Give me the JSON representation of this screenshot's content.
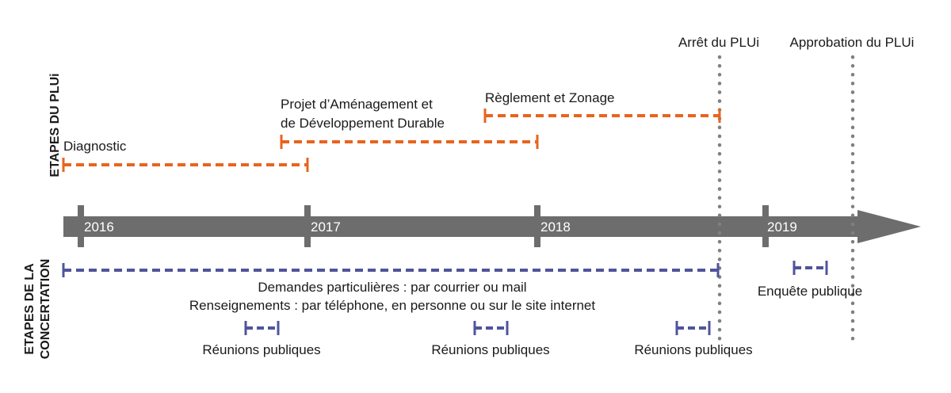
{
  "colors": {
    "stage": "#E8641E",
    "concertation": "#4F549C",
    "axis": "#6d6d6d",
    "milestone": "#808080",
    "text": "#1a1a1a"
  },
  "side_labels": {
    "stages": "ETAPES DU PLUi",
    "concertation_line1": "ETAPES DE LA",
    "concertation_line2": "CONCERTATION"
  },
  "years": [
    "2016",
    "2017",
    "2018",
    "2019"
  ],
  "milestones": {
    "arret": "Arrêt du PLUi",
    "approbation": "Approbation du PLUi"
  },
  "stages": {
    "diagnostic": "Diagnostic",
    "padd_line1": "Projet d’Aménagement et",
    "padd_line2": "de Développement Durable",
    "reglement": "Règlement et Zonage"
  },
  "concertation": {
    "demandes": "Demandes particulières : par courrier ou mail",
    "renseignements": "Renseignements : par téléphone, en personne ou sur le site internet",
    "reunions_1": "Réunions publiques",
    "reunions_2": "Réunions publiques",
    "reunions_3": "Réunions publiques",
    "enquete": "Enquête publique"
  }
}
